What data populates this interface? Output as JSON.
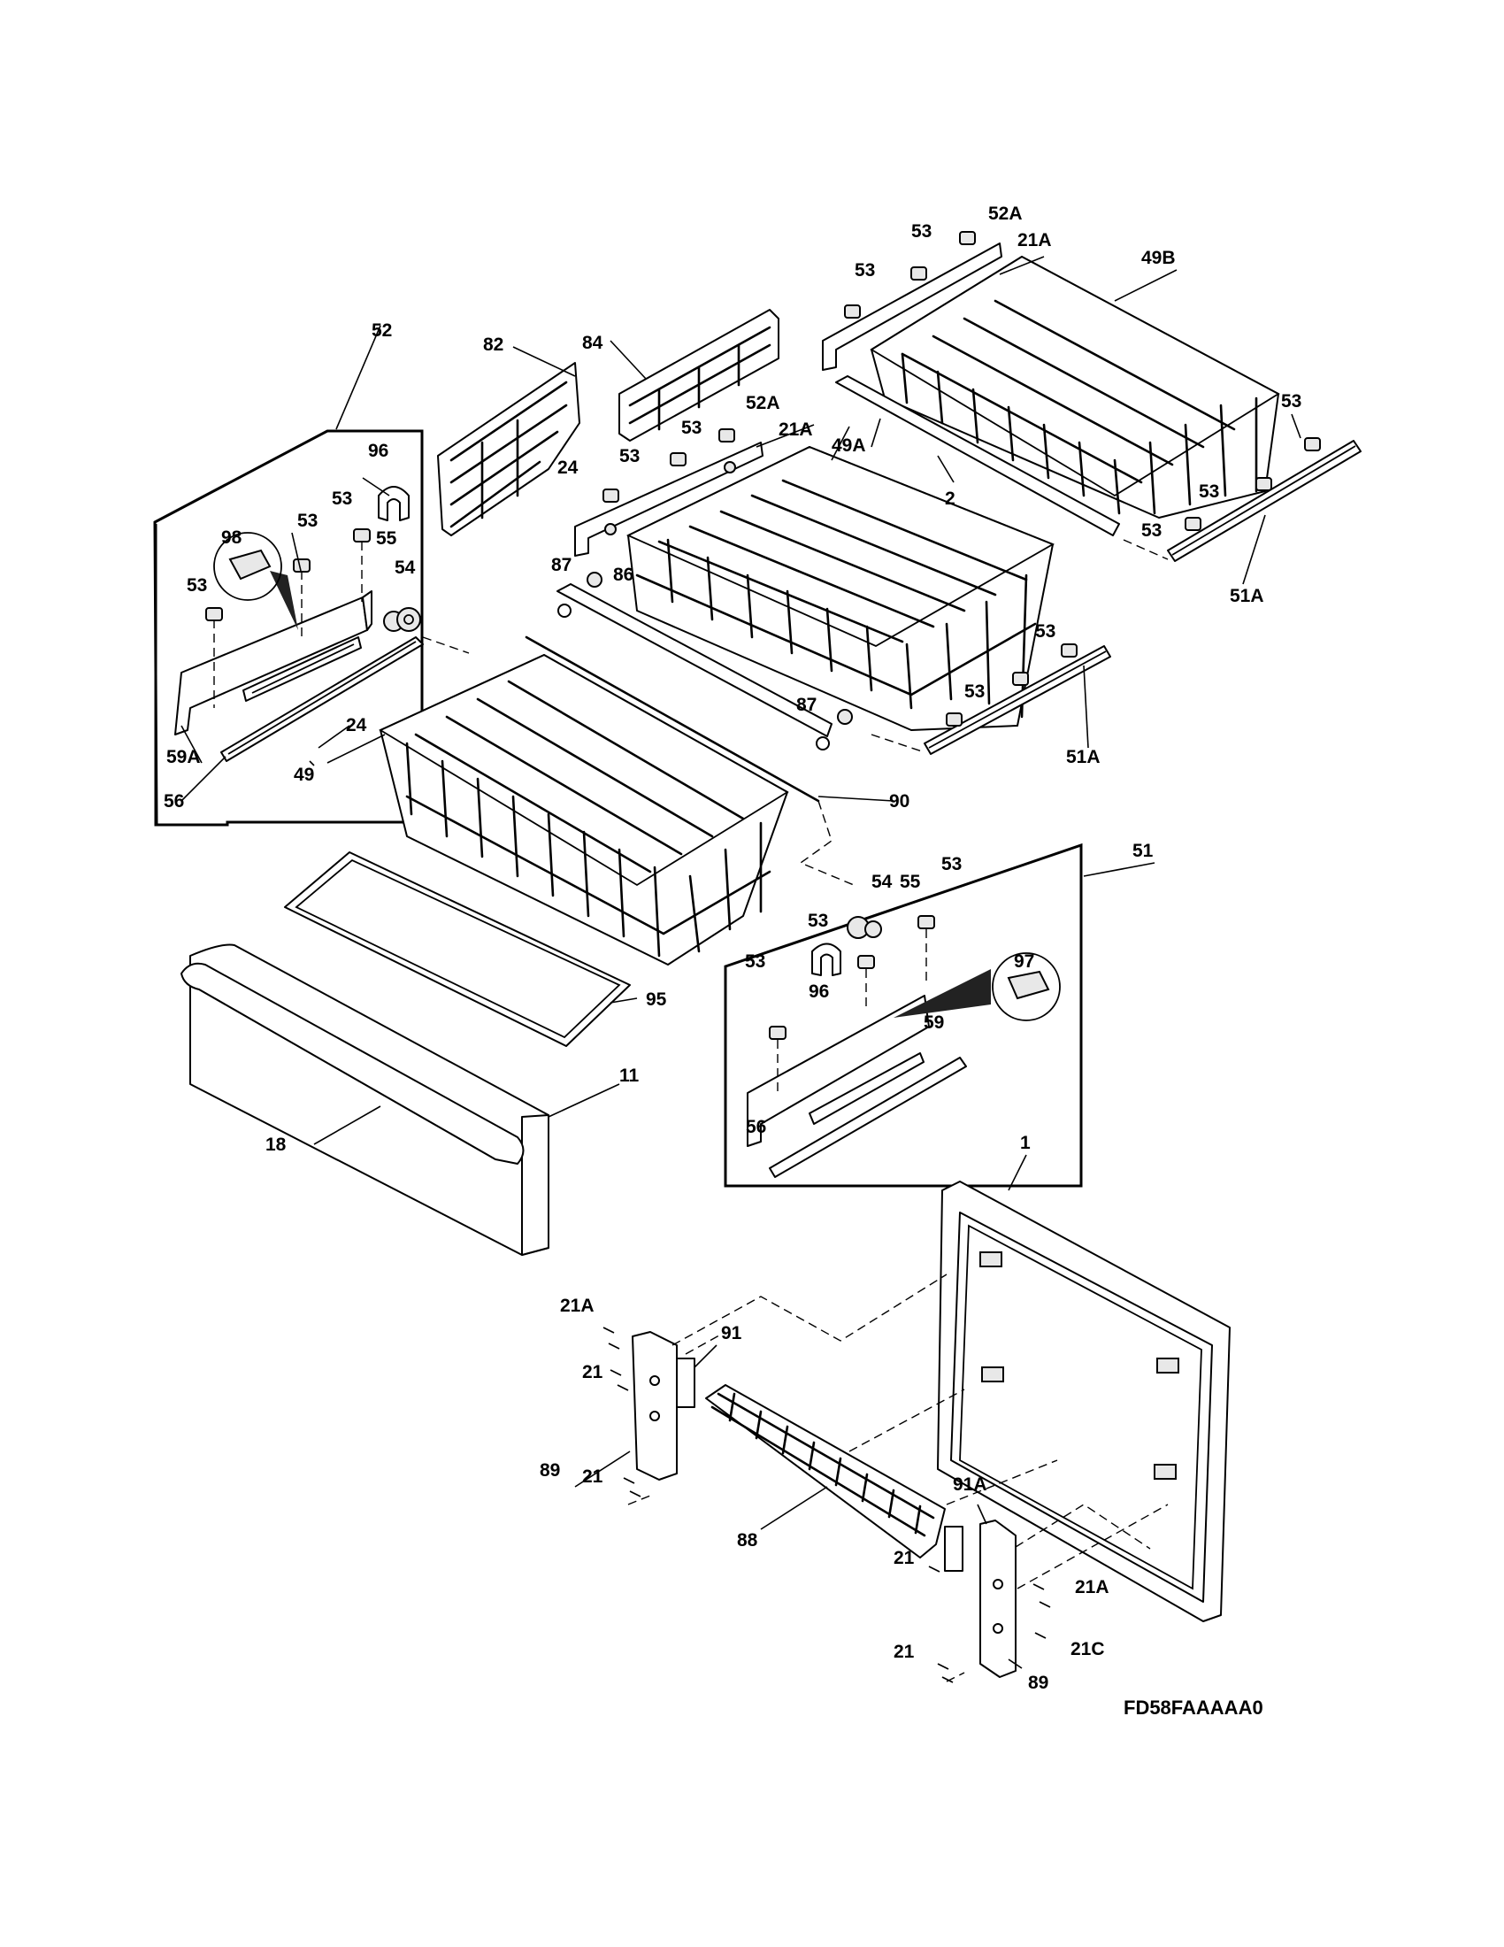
{
  "diagram": {
    "code": "FD58FAAAAA0",
    "labels": {
      "l_52": "52",
      "l_82": "82",
      "l_84": "84",
      "l_96a": "96",
      "l_98": "98",
      "l_53a": "53",
      "l_53b": "53",
      "l_53c": "53",
      "l_55a": "55",
      "l_54a": "54",
      "l_59A": "59A",
      "l_56a": "56",
      "l_24a": "24",
      "l_49": "49",
      "l_24b": "24",
      "l_53d": "53",
      "l_53e": "53",
      "l_52Aa": "52A",
      "l_21Aa": "21A",
      "l_49A": "49A",
      "l_87a": "87",
      "l_86": "86",
      "l_87b": "87",
      "l_53f": "53",
      "l_53g": "53",
      "l_51Aa": "51A",
      "l_53h": "53",
      "l_53i": "53",
      "l_52Ab": "52A",
      "l_21Ab": "21A",
      "l_49B": "49B",
      "l_2": "2",
      "l_53j": "53",
      "l_53k": "53",
      "l_53l": "53",
      "l_51Ab": "51A",
      "l_90": "90",
      "l_51": "51",
      "l_54b": "54",
      "l_55b": "55",
      "l_53m": "53",
      "l_53n": "53",
      "l_53o": "53",
      "l_96b": "96",
      "l_97": "97",
      "l_59": "59",
      "l_56b": "56",
      "l_95": "95",
      "l_11": "11",
      "l_18": "18",
      "l_1": "1",
      "l_21Ac": "21A",
      "l_91": "91",
      "l_21a": "21",
      "l_89a": "89",
      "l_21b": "21",
      "l_88": "88",
      "l_91A": "91A",
      "l_21c": "21",
      "l_21Ad": "21A",
      "l_21C": "21C",
      "l_21d": "21",
      "l_89b": "89"
    }
  }
}
